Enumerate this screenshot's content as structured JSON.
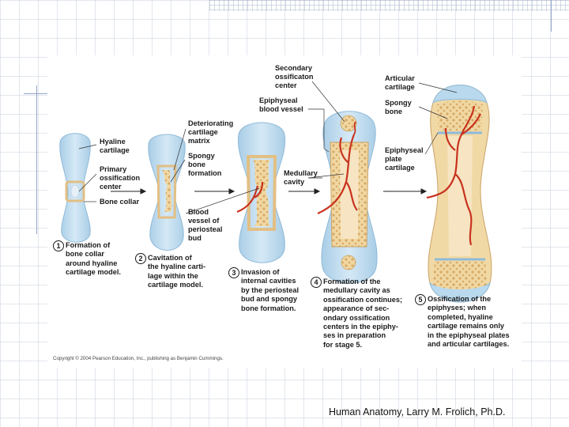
{
  "figure": {
    "labels": {
      "hyaline_cartilage": "Hyaline\ncartilage",
      "primary_ossification_center": "Primary\nossification\ncenter",
      "bone_collar": "Bone collar",
      "deteriorating_cartilage_matrix": "Deteriorating\ncartilage\nmatrix",
      "spongy_bone_formation": "Spongy\nbone\nformation",
      "blood_vessel_periosteal_bud": "Blood\nvessel of\nperiosteal\nbud",
      "secondary_ossification_center": "Secondary\nossificaton\ncenter",
      "epiphyseal_blood_vessel": "Epiphyseal\nblood vessel",
      "medullary_cavity": "Medullary\ncavity",
      "articular_cartilage": "Articular\ncartilage",
      "spongy_bone": "Spongy\nbone",
      "epiphyseal_plate_cartilage": "Epiphyseal\nplate\ncartilage"
    },
    "steps": [
      {
        "num": "1",
        "caption": "Formation of\nbone collar\naround hyaline\ncartilage model."
      },
      {
        "num": "2",
        "caption": "Cavitation of\nthe hyaline carti-\nlage within the\ncartilage model."
      },
      {
        "num": "3",
        "caption": "Invasion of\ninternal cavities\nby the periosteal\nbud and spongy\nbone formation."
      },
      {
        "num": "4",
        "caption": "Formation of the\nmedullary cavity as\nossification continues;\nappearance of sec-\nondary ossification\ncenters in the epiphy-\nses in preparation\nfor stage 5."
      },
      {
        "num": "5",
        "caption": "Ossification of the\nepiphyses; when\ncompleted, hyaline\ncartilage remains only\nin the epiphyseal plates\nand articular cartilages."
      }
    ],
    "copyright": "Copyright © 2004 Pearson Education, Inc., publishing as Benjamin Cummings."
  },
  "footer": {
    "text": "Human Anatomy, Larry M. Frolich, Ph.D."
  },
  "colors": {
    "cartilage": "#b9d9ee",
    "cartilage_edge": "#8fbad8",
    "bone": "#f1d9a6",
    "bone_edge": "#c9a264",
    "spongy": "#e7bf7e",
    "vessel": "#c8321e",
    "arrow": "#222222"
  }
}
